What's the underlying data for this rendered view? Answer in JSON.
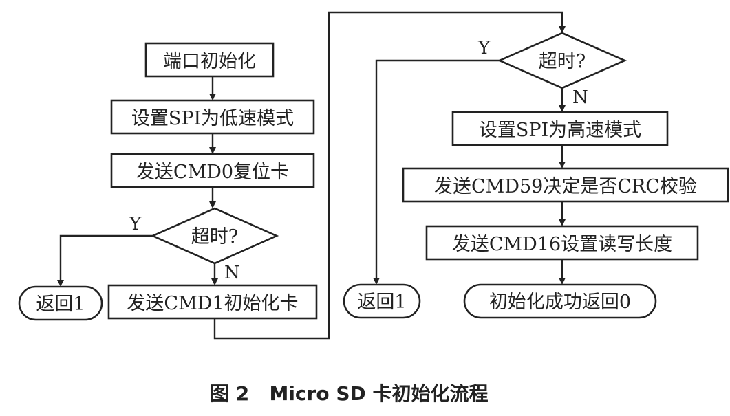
{
  "nodes": {
    "port_init": "端口初始化",
    "spi_low": "设置SPI为低速模式",
    "cmd0": "发送CMD0复位卡",
    "timeout1": "超时?",
    "return1_left": "返回1",
    "cmd1": "发送CMD1初始化卡",
    "timeout2": "超时?",
    "spi_high": "设置SPI为高速模式",
    "cmd59": "发送CMD59决定是否CRC校验",
    "cmd16": "发送CMD16设置读写长度",
    "return1_right": "返回1",
    "success": "初始化成功返回0"
  },
  "labels": {
    "yes": "Y",
    "no": "N"
  },
  "caption": "图 2   Micro SD 卡初始化流程"
}
